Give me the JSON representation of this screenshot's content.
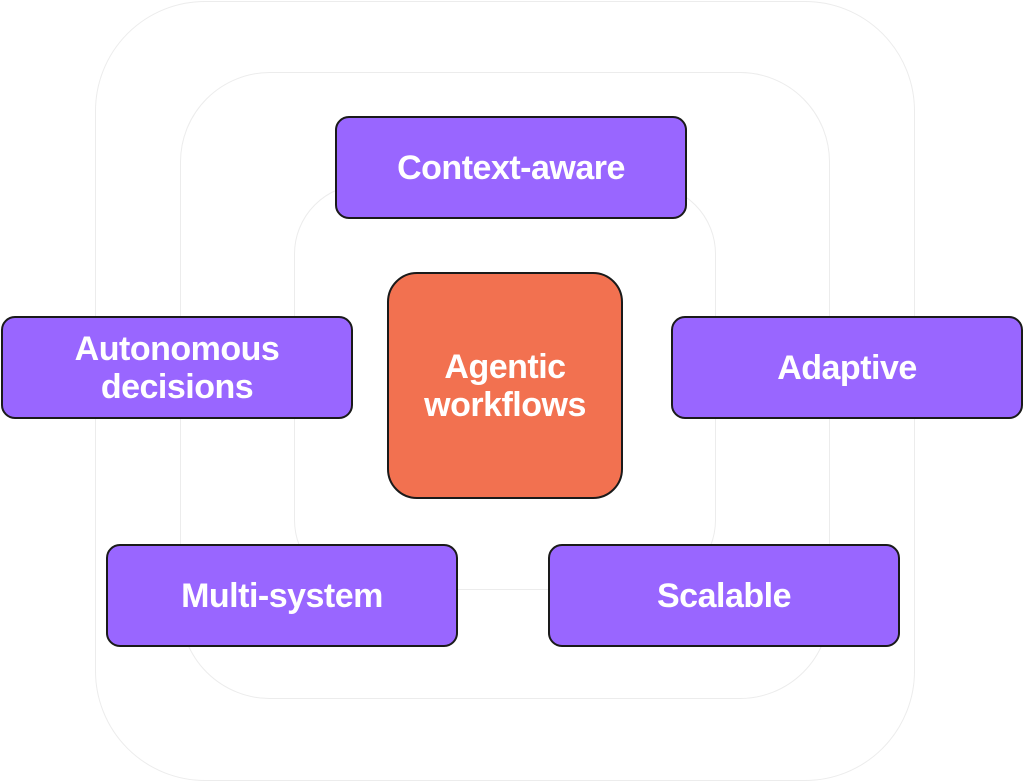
{
  "diagram": {
    "center": {
      "label": "Agentic\nworkflows",
      "color": "#f27150"
    },
    "nodes": [
      {
        "id": "context-aware",
        "label": "Context-aware"
      },
      {
        "id": "autonomous-decisions",
        "label": "Autonomous\ndecisions"
      },
      {
        "id": "adaptive",
        "label": "Adaptive"
      },
      {
        "id": "multi-system",
        "label": "Multi-system"
      },
      {
        "id": "scalable",
        "label": "Scalable"
      }
    ],
    "node_color": "#9966ff",
    "ring_color": "#ececec"
  }
}
